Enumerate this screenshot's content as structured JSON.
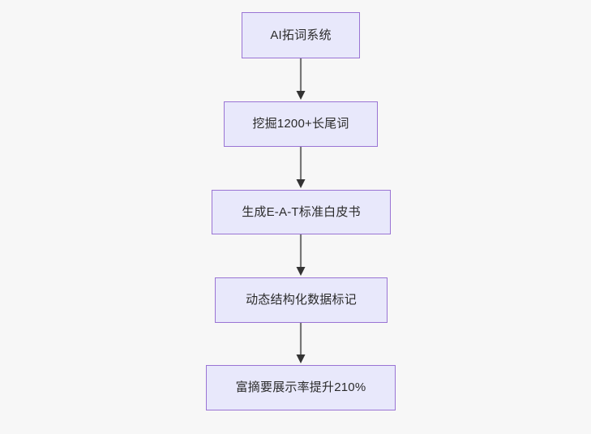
{
  "diagram": {
    "type": "flowchart",
    "direction": "top-to-bottom",
    "background_color": "#f7f7f7",
    "node_fill_color": "#e8e8fb",
    "node_border_color": "#9a74d4",
    "node_text_color": "#2b2b2b",
    "edge_color": "#777777",
    "arrowhead_color": "#333333",
    "nodes": [
      {
        "id": "n1",
        "label": "AI拓词系统"
      },
      {
        "id": "n2",
        "label": "挖掘1200+长尾词"
      },
      {
        "id": "n3",
        "label": "生成E-A-T标准白皮书"
      },
      {
        "id": "n4",
        "label": "动态结构化数据标记"
      },
      {
        "id": "n5",
        "label": "富摘要展示率提升210%"
      }
    ],
    "edges": [
      {
        "from": "n1",
        "to": "n2",
        "label": ""
      },
      {
        "from": "n2",
        "to": "n3",
        "label": ""
      },
      {
        "from": "n3",
        "to": "n4",
        "label": ""
      },
      {
        "from": "n4",
        "to": "n5",
        "label": ""
      }
    ]
  }
}
